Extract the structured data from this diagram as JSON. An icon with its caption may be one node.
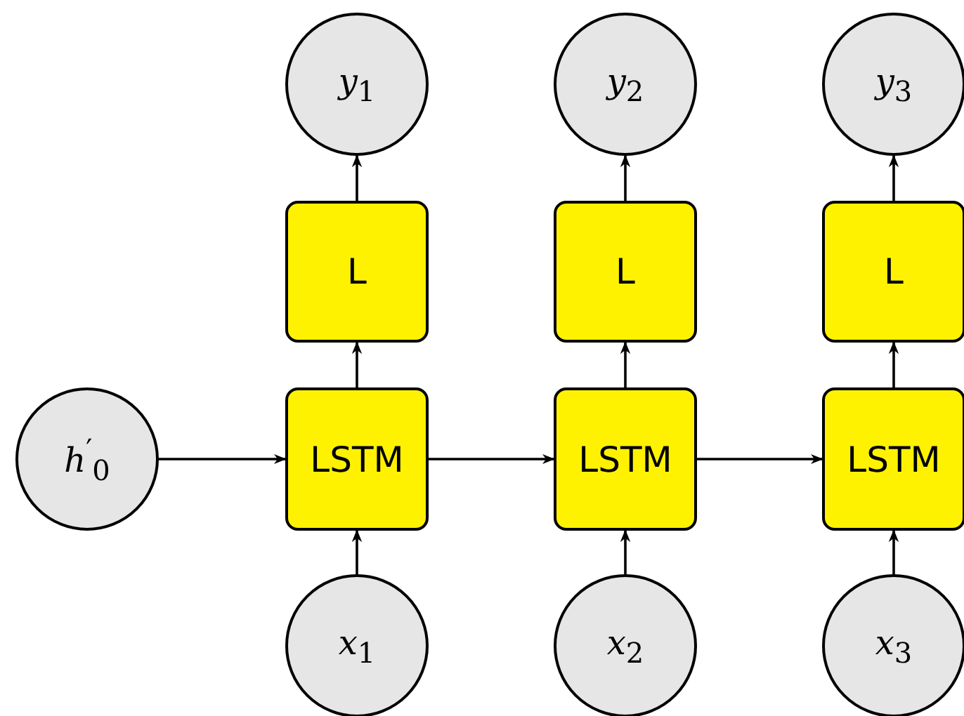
{
  "diagram": {
    "nodes": [
      {
        "text": [
          "*y*$_{1}$"
        ]
      },
      {
        "text": [
          "*y*$_{2}$"
        ]
      },
      {
        "text": [
          "*y*$_{3}$"
        ]
      },
      {
        "text": [
          "L"
        ]
      },
      {
        "text": [
          "L"
        ]
      },
      {
        "text": [
          "L"
        ]
      },
      {
        "text": [
          "*h*$^{′}$$_{0}$"
        ]
      },
      {
        "text": [
          "LSTM"
        ]
      },
      {
        "text": [
          "LSTM"
        ]
      },
      {
        "text": [
          "LSTM"
        ]
      },
      {
        "text": [
          "*x*$_{1}$"
        ]
      },
      {
        "text": [
          "*x*$_{2}$"
        ]
      },
      {
        "text": [
          "*x*$_{3}$"
        ]
      }
    ],
    "edges": [
      {
        "from": 6,
        "to": 7,
        "arrow": "to"
      },
      {
        "from": 7,
        "to": 8,
        "arrow": "to"
      },
      {
        "from": 8,
        "to": 9,
        "arrow": "to"
      },
      {
        "from": 10,
        "to": 7,
        "arrow": "to"
      },
      {
        "from": 11,
        "to": 8,
        "arrow": "to"
      },
      {
        "from": 12,
        "to": 9,
        "arrow": "to"
      },
      {
        "from": 7,
        "to": 3,
        "arrow": "to"
      },
      {
        "from": 8,
        "to": 4,
        "arrow": "to"
      },
      {
        "from": 9,
        "to": 5,
        "arrow": "to"
      },
      {
        "from": 3,
        "to": 0,
        "arrow": "to"
      },
      {
        "from": 4,
        "to": 1,
        "arrow": "to"
      },
      {
        "from": 5,
        "to": 2,
        "arrow": "to"
      }
    ]
  }
}
